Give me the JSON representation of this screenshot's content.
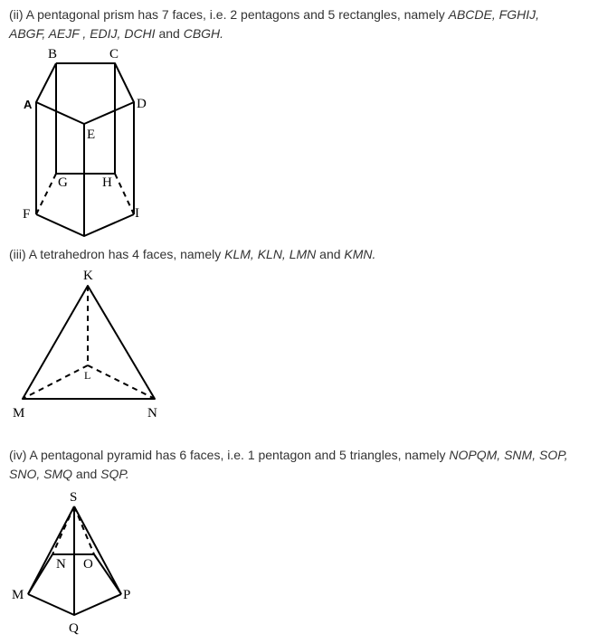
{
  "sections": [
    {
      "line1": {
        "text_a": "(ii) A pentagonal prism has 7 faces, i.e. 2 pentagons and 5 rectangles, namely ",
        "faces_a": "ABCDE, FGHIJ,"
      },
      "line2": {
        "faces_b": "ABGF, AEJF , EDIJ, DCHI",
        "text_b": " and ",
        "faces_c": "CBGH."
      },
      "figure": {
        "labels": {
          "A": "A",
          "B": "B",
          "C": "C",
          "D": "D",
          "E": "E",
          "F": "F",
          "G": "G",
          "H": "H",
          "I": "I"
        }
      }
    },
    {
      "line1": {
        "text_a": "(iii) A tetrahedron has 4 faces, namely ",
        "faces_a": "KLM, KLN, LMN",
        "text_b": " and ",
        "faces_b": "KMN."
      },
      "figure": {
        "labels": {
          "K": "K",
          "L": "L",
          "M": "M",
          "N": "N"
        }
      }
    },
    {
      "line1": {
        "text_a": "(iv) A pentagonal pyramid has 6 faces, i.e. 1 pentagon and 5 triangles, namely ",
        "faces_a": "NOPQM, SNM, SOP,"
      },
      "line2": {
        "faces_b": "SNO, SMQ",
        "text_b": " and  ",
        "faces_c": "SQP."
      },
      "figure": {
        "labels": {
          "S": "S",
          "N": "N",
          "O": "O",
          "M": "M",
          "P": "P",
          "Q": "Q"
        }
      }
    }
  ]
}
